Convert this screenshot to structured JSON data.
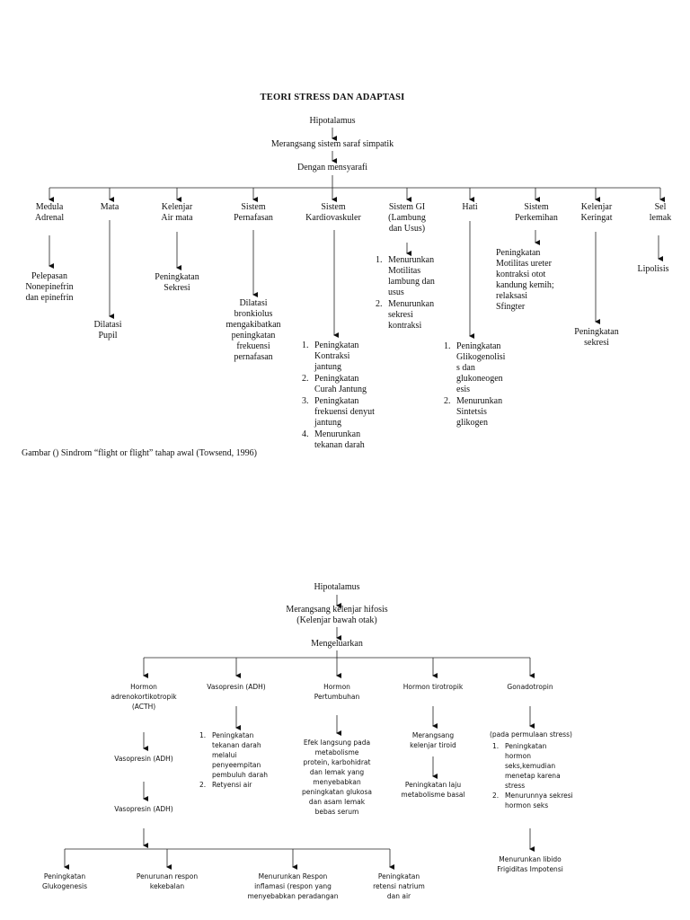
{
  "diagram1": {
    "title": "TEORI STRESS DAN ADAPTASI",
    "root": "Hipotalamus",
    "step1": "Merangsang sistem saraf simpatik",
    "step2": "Dengan mensyarafi",
    "branches": [
      {
        "label": [
          "Medula",
          "Adrenal"
        ],
        "effect": [
          "Pelepasan",
          "Nonepinefrin",
          "dan epinefrin"
        ]
      },
      {
        "label": [
          "Mata"
        ],
        "effect": [
          "Dilatasi",
          "Pupil"
        ]
      },
      {
        "label": [
          "Kelenjar",
          "Air mata"
        ],
        "effect": [
          "Peningkatan",
          "Sekresi"
        ]
      },
      {
        "label": [
          "Sistem",
          "Pernafasan"
        ],
        "effect": [
          "Dilatasi",
          "bronkiolus",
          "mengakibatkan",
          "peningkatan",
          "frekuensi",
          "pernafasan"
        ]
      },
      {
        "label": [
          "Sistem",
          "Kardiovaskuler"
        ],
        "effects": [
          [
            "Peningkatan",
            "Kontraksi",
            "jantung"
          ],
          [
            "Peningkatan",
            "Curah Jantung"
          ],
          [
            "Peningkatan",
            "frekuensi denyut",
            "jantung"
          ],
          [
            "Menurunkan",
            "tekanan darah"
          ]
        ]
      },
      {
        "label": [
          "Sistem GI",
          "(Lambung",
          "dan Usus)"
        ],
        "effects": [
          [
            "Menurunkan",
            "Motilitas",
            "lambung dan",
            "usus"
          ],
          [
            "Menurunkan",
            "sekresi",
            "kontraksi"
          ]
        ]
      },
      {
        "label": [
          "Hati"
        ],
        "effects": [
          [
            "Peningkatan",
            "Glikogenolisi",
            "s dan",
            "glukoneogen",
            "esis"
          ],
          [
            "Menurunkan",
            "Sintetsis",
            "glikogen"
          ]
        ]
      },
      {
        "label": [
          "Sistem",
          "Perkemihan"
        ],
        "effect": [
          "Peningkatan",
          "Motilitas ureter",
          "kontraksi otot",
          "kandung kemih;",
          "relaksasi",
          "Sfingter"
        ]
      },
      {
        "label": [
          "Kelenjar",
          "Keringat"
        ],
        "effect": [
          "Peningkatan",
          "sekresi"
        ]
      },
      {
        "label": [
          "Sel",
          "lemak"
        ],
        "effect": [
          "Lipolisis"
        ]
      }
    ],
    "caption": "Gambar () Sindrom “flight or flight” tahap awal (Towsend, 1996)"
  },
  "diagram2": {
    "root": "Hipotalamus",
    "step1": [
      "Merangsang kelenjar hifosis",
      "(Kelenjar bawah otak)"
    ],
    "step2": "Mengeluarkan",
    "branches": [
      {
        "label": [
          "Hormon",
          "adrenokortikotropik",
          "(ACTH)"
        ],
        "sub1": "Vasopresin (ADH)",
        "sub2": "Vasopresin (ADH)"
      },
      {
        "label": [
          "Vasopresin (ADH)"
        ],
        "effects": [
          [
            "Peningkatan",
            "tekanan darah",
            "melalui",
            "penyeempitan",
            "pembuluh darah"
          ],
          [
            "Retyensi air"
          ]
        ]
      },
      {
        "label": [
          "Hormon",
          "Pertumbuhan"
        ],
        "effect": [
          "Efek langsung pada",
          "metabolisme",
          "protein, karbohidrat",
          "dan lemak yang",
          "menyebabkan",
          "peningkatan glukosa",
          "dan asam lemak",
          "bebas serum"
        ]
      },
      {
        "label": [
          "Hormon tirotropik"
        ],
        "effect": [
          "Merangsang",
          "kelenjar tiroid"
        ],
        "effect2": [
          "Peningkatan laju",
          "metabolisme basal"
        ]
      },
      {
        "label": [
          "Gonadotropin"
        ],
        "note": "(pada permulaan stress)",
        "effects": [
          [
            "Peningkatan",
            "hormon",
            "seks,kemudian",
            "menetap karena",
            "stress"
          ],
          [
            "Menurunnya sekresi",
            "hormon seks"
          ]
        ],
        "effect2": [
          "Menurunkan libido",
          "Frigiditas Impotensi"
        ]
      }
    ],
    "bottom": [
      [
        "Peningkatan",
        "Glukogenesis"
      ],
      [
        "Penurunan respon",
        "kekebalan"
      ],
      [
        "Menurunkan Respon",
        "inflamasi (respon yang",
        "menyebabkan peradangan"
      ],
      [
        "Peningkatan",
        "retensi natrium",
        "dan air"
      ]
    ]
  }
}
